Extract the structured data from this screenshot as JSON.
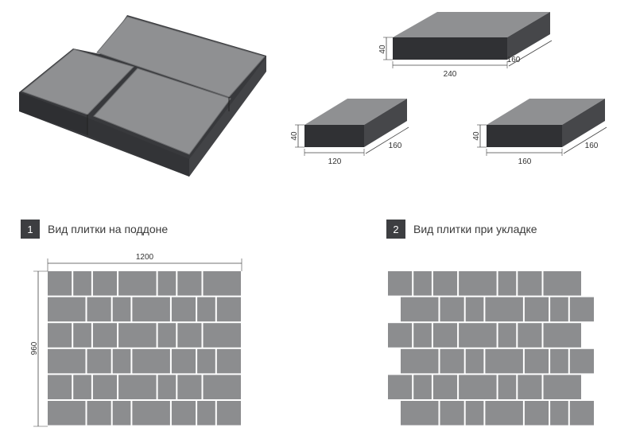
{
  "colors": {
    "tile_top": "#8c8d8f",
    "tile_side": "#3d3e41",
    "tile_front": "#2f3033",
    "badge": "#3d3e41",
    "dim_line": "#444444",
    "grout": "#ffffff"
  },
  "block_large": {
    "height": "40",
    "length": "240",
    "depth": "160"
  },
  "block_small": {
    "height": "40",
    "length": "120",
    "depth": "160"
  },
  "block_square": {
    "height": "40",
    "length": "160",
    "depth": "160"
  },
  "section1": {
    "number": "1",
    "title": "Вид плитки на поддоне",
    "width": "1200",
    "height": "960"
  },
  "section2": {
    "number": "2",
    "title": "Вид плитки при укладке"
  }
}
